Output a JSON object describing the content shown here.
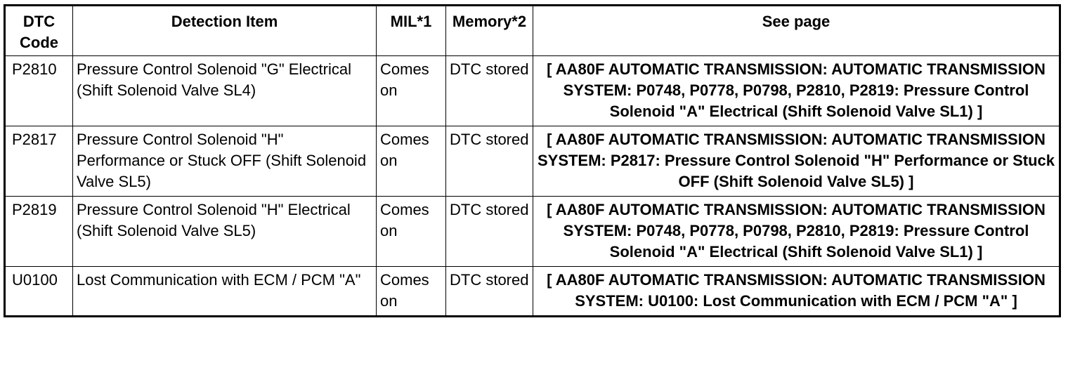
{
  "table": {
    "headers": {
      "dtc_code_line1": "DTC",
      "dtc_code_line2": "Code",
      "detection_item": "Detection Item",
      "mil": "MIL*1",
      "memory": "Memory*2",
      "see_page": "See page"
    },
    "rows": [
      {
        "code": "P2810",
        "detection_item": "Pressure Control Solenoid \"G\" Electrical (Shift Solenoid Valve SL4)",
        "mil": "Comes on",
        "memory": "DTC stored",
        "see_page": "[ AA80F AUTOMATIC TRANSMISSION: AUTOMATIC TRANSMISSION SYSTEM: P0748, P0778, P0798, P2810, P2819: Pressure Control Solenoid \"A\" Electrical (Shift Solenoid Valve SL1) ]"
      },
      {
        "code": "P2817",
        "detection_item": "Pressure Control Solenoid \"H\" Performance or Stuck OFF (Shift Solenoid Valve SL5)",
        "mil": "Comes on",
        "memory": "DTC stored",
        "see_page": "[ AA80F AUTOMATIC TRANSMISSION: AUTOMATIC TRANSMISSION SYSTEM: P2817: Pressure Control Solenoid \"H\" Performance or Stuck OFF (Shift Solenoid Valve SL5) ]"
      },
      {
        "code": "P2819",
        "detection_item": "Pressure Control Solenoid \"H\" Electrical (Shift Solenoid Valve SL5)",
        "mil": "Comes on",
        "memory": "DTC stored",
        "see_page": "[ AA80F AUTOMATIC TRANSMISSION: AUTOMATIC TRANSMISSION SYSTEM: P0748, P0778, P0798, P2810, P2819: Pressure Control Solenoid \"A\" Electrical (Shift Solenoid Valve SL1) ]"
      },
      {
        "code": "U0100",
        "detection_item": "Lost Communication with ECM / PCM \"A\"",
        "mil": "Comes on",
        "memory": "DTC stored",
        "see_page": "[ AA80F AUTOMATIC TRANSMISSION: AUTOMATIC TRANSMISSION SYSTEM: U0100: Lost Communication with ECM / PCM \"A\" ]"
      }
    ]
  }
}
